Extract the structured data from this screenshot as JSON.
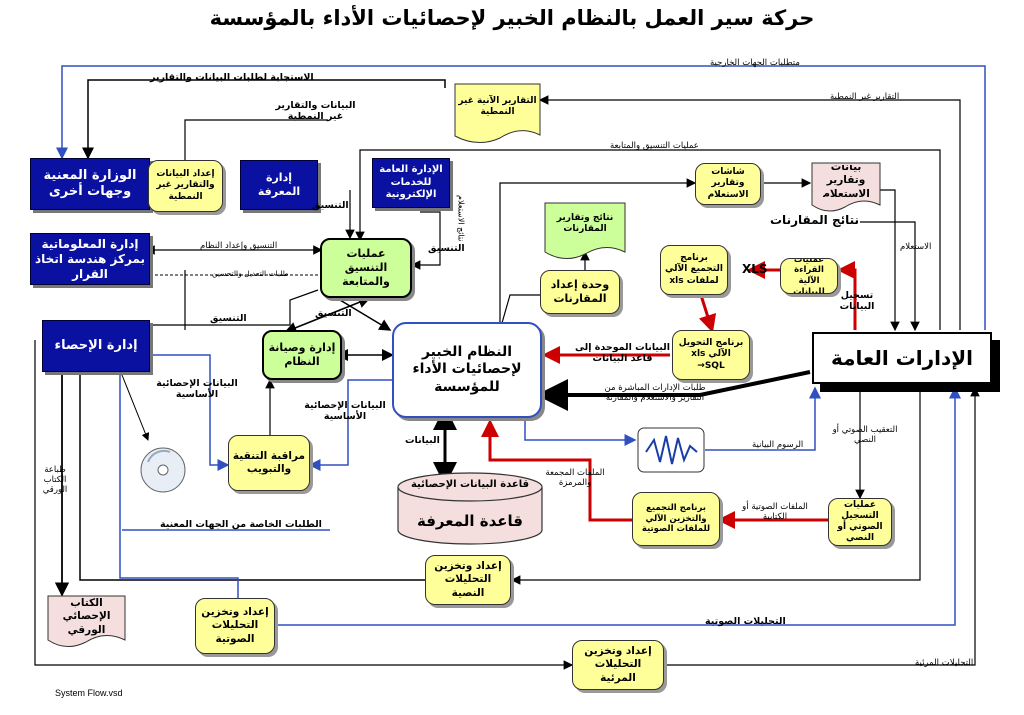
{
  "title": "حركة سير العمل بالنظام الخبير لإحصائيات الأداء بالمؤسسة",
  "footer": "System Flow.vsd",
  "nodes": {
    "ministry": "الوزارة المعنية وجهات أخرى",
    "it_dept": "إدارة المعلوماتية بمركز هندسة اتخاذ القرار",
    "stats_dept": "إدارة الإحصاء",
    "reports_instant": "التقارير الآنية غير النمطية",
    "prep_data_reports": "إعداد البيانات والتقارير غير النمطية",
    "knowledge_dept": "إدارة المعرفة",
    "egov_dept": "الإدارة العامة للخدمات الإلكترونية",
    "screens_reports": "شاشات وتقارير الاستعلام",
    "query_data": "بيانات وتقارير الاستعلام",
    "coord_ops": "عمليات التنسيق والمتابعة",
    "compare_results_doc": "نتائج وتقارير المقارنات",
    "compare_unit": "وحدة إعداد المقارنات",
    "xls_program": "برنامج التجميع الآلي لملفات xls",
    "auto_read": "عمليات القراءة الآلية للبيانات",
    "convert_program": "برنامج التحويل الآلي xls →SQL",
    "sys_maint": "إدارة وصيانة النظام",
    "expert_system": "النظام الخبير لإحصائيات الأداء للمؤسسة",
    "general_depts": "الإدارات العامة",
    "monitor_classify": "مراقبة التنقية والتبويب",
    "knowledge_base_label": "قاعدة البيانات الإحصائية",
    "knowledge_base": "قاعدة المعرفة",
    "audio_program": "برنامج التجميع والتخزين الآلي للملفات الصوتية",
    "recording_ops": "عمليات التسجيل الصوتي أو النصي",
    "text_analysis": "إعداد وتخزين التحليلات النصية",
    "audio_analysis": "إعداد وتخزين التحليلات الصوتية",
    "visual_analysis": "إعداد وتخزين التحليلات المرئية",
    "paper_book": "الكتاب الإحصائي الورقي"
  },
  "labels": {
    "external_requirements": "متطلبات الجهات الخارجية",
    "response_requests": "الاستجابة لطلبات البيانات والتقارير",
    "nonstandard_reports": "التقارير غير النمطية",
    "data_reports_nonstandard": "البيانات والتقارير غير النمطية",
    "coord_followup": "عمليات التنسيق والمتابعة",
    "coord1": "التنسيق",
    "coord2": "التنسيق",
    "coord3": "التنسيق",
    "coord4": "التنسيق",
    "coord_sys_prep": "التنسيق وإعداد النظام",
    "modify_improve": "طلبات التعديل والتحسين",
    "query_results": "نتائج الاستعلام",
    "comparison_results": "نتائج المقارنات",
    "query": "الاستعلام",
    "xls": "XLS",
    "record_data": "تسجيل البيانات",
    "unified_data": "البيانات الموحدة إلى قاعد البيانات",
    "direct_requests": "طلبات الإدارات المباشرة من التقارير والاستعلام والمقارنة",
    "basic_stats_1": "البيانات الإحصائية الأساسية",
    "basic_stats_2": "البيانات الإحصائية الأساسية",
    "data": "البيانات",
    "charts": "الرسوم البيانية",
    "voice_comment": "التعقيب الصوتي أو النصي",
    "audio_text_files": "الملفات الصوتية أو الكتابية",
    "merged_files": "الملفات المجمعة والمرمزة",
    "special_requests": "الطلبات الخاصة من الجهات المعنية",
    "print_paper": "طباعة الكتاب الورقي",
    "audio_analyses": "التحليلات الصوتية",
    "visual_analyses": "التحليلات المرئية"
  },
  "colors": {
    "blue_box": "#0a10a0",
    "yellow_box": "#ffff99",
    "green_box": "#ccff99",
    "pink_box": "#f5dede",
    "red_arrow": "#cc0000",
    "blue_arrow": "#3050c0"
  }
}
